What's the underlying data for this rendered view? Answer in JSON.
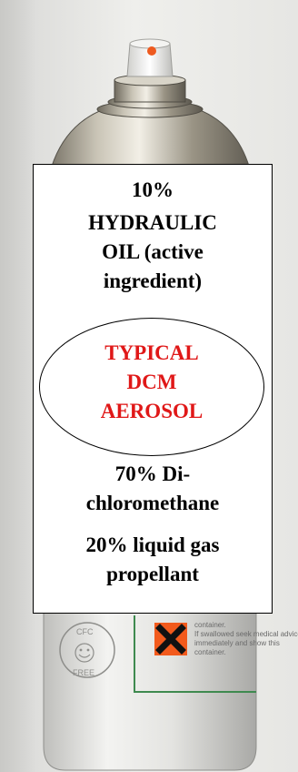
{
  "notice": {
    "lines": [
      "10%",
      "HYDRAULIC",
      "OIL (active",
      "ingredient)"
    ],
    "ellipse_lines": [
      "TYPICAL",
      "DCM",
      "AEROSOL"
    ],
    "bottom_lines": [
      "70%  Di-",
      "chloromethane",
      "20% liquid gas",
      "propellant"
    ]
  },
  "can_label": {
    "cfc_badge": [
      "CFC",
      "FREE"
    ],
    "warning_lines": [
      "container.",
      "If swallowed seek medical advice",
      "immediately and show this",
      "container."
    ]
  },
  "colors": {
    "highlight_text": "#e01818",
    "hazard_orange": "#f25a1c",
    "can_green": "#3f8a4f"
  }
}
